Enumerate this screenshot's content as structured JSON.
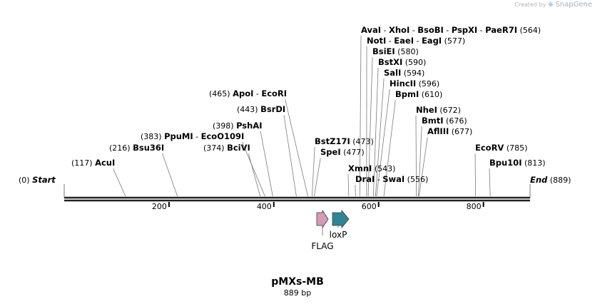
{
  "credit": {
    "prefix": "Created by",
    "brand": "SnapGene"
  },
  "plasmid": {
    "name": "pMXs-MB",
    "length_label": "889 bp",
    "length": 889
  },
  "ends": {
    "start": {
      "label": "Start",
      "pos_label": "(0)"
    },
    "end": {
      "label": "End",
      "pos_label": "(889)"
    }
  },
  "ruler": {
    "ticks": [
      200,
      400,
      600,
      800
    ]
  },
  "sites": [
    {
      "names": [
        "AcuI"
      ],
      "pos": 117
    },
    {
      "names": [
        "Bsu36I"
      ],
      "pos": 216
    },
    {
      "names": [
        "PpuMI",
        "EcoO109I"
      ],
      "pos": 383
    },
    {
      "names": [
        "BciVI"
      ],
      "pos": 374
    },
    {
      "names": [
        "PshAI"
      ],
      "pos": 398
    },
    {
      "names": [
        "BsrDI"
      ],
      "pos": 443
    },
    {
      "names": [
        "ApoI",
        "EcoRI"
      ],
      "pos": 465
    },
    {
      "names": [
        "BstZ17I"
      ],
      "pos": 473
    },
    {
      "names": [
        "SpeI"
      ],
      "pos": 477
    },
    {
      "names": [
        "XmnI"
      ],
      "pos": 543
    },
    {
      "names": [
        "DraI",
        "SwaI"
      ],
      "pos": 556
    },
    {
      "names": [
        "AvaI",
        "XhoI",
        "BsoBI",
        "PspXI",
        "PaeR7I"
      ],
      "pos": 564
    },
    {
      "names": [
        "NotI",
        "EaeI",
        "EagI"
      ],
      "pos": 577
    },
    {
      "names": [
        "BsiEI"
      ],
      "pos": 580
    },
    {
      "names": [
        "BstXI"
      ],
      "pos": 590
    },
    {
      "names": [
        "SalI"
      ],
      "pos": 594
    },
    {
      "names": [
        "HincII"
      ],
      "pos": 596
    },
    {
      "names": [
        "BpmI"
      ],
      "pos": 610
    },
    {
      "names": [
        "NheI"
      ],
      "pos": 672
    },
    {
      "names": [
        "BmtI"
      ],
      "pos": 676
    },
    {
      "names": [
        "AflIII"
      ],
      "pos": 677
    },
    {
      "names": [
        "EcoRV"
      ],
      "pos": 785
    },
    {
      "names": [
        "Bpu10I"
      ],
      "pos": 813
    }
  ],
  "features": [
    {
      "name": "FLAG",
      "color": "#d49bb4"
    },
    {
      "name": "loxP",
      "color": "#2f8496"
    }
  ]
}
